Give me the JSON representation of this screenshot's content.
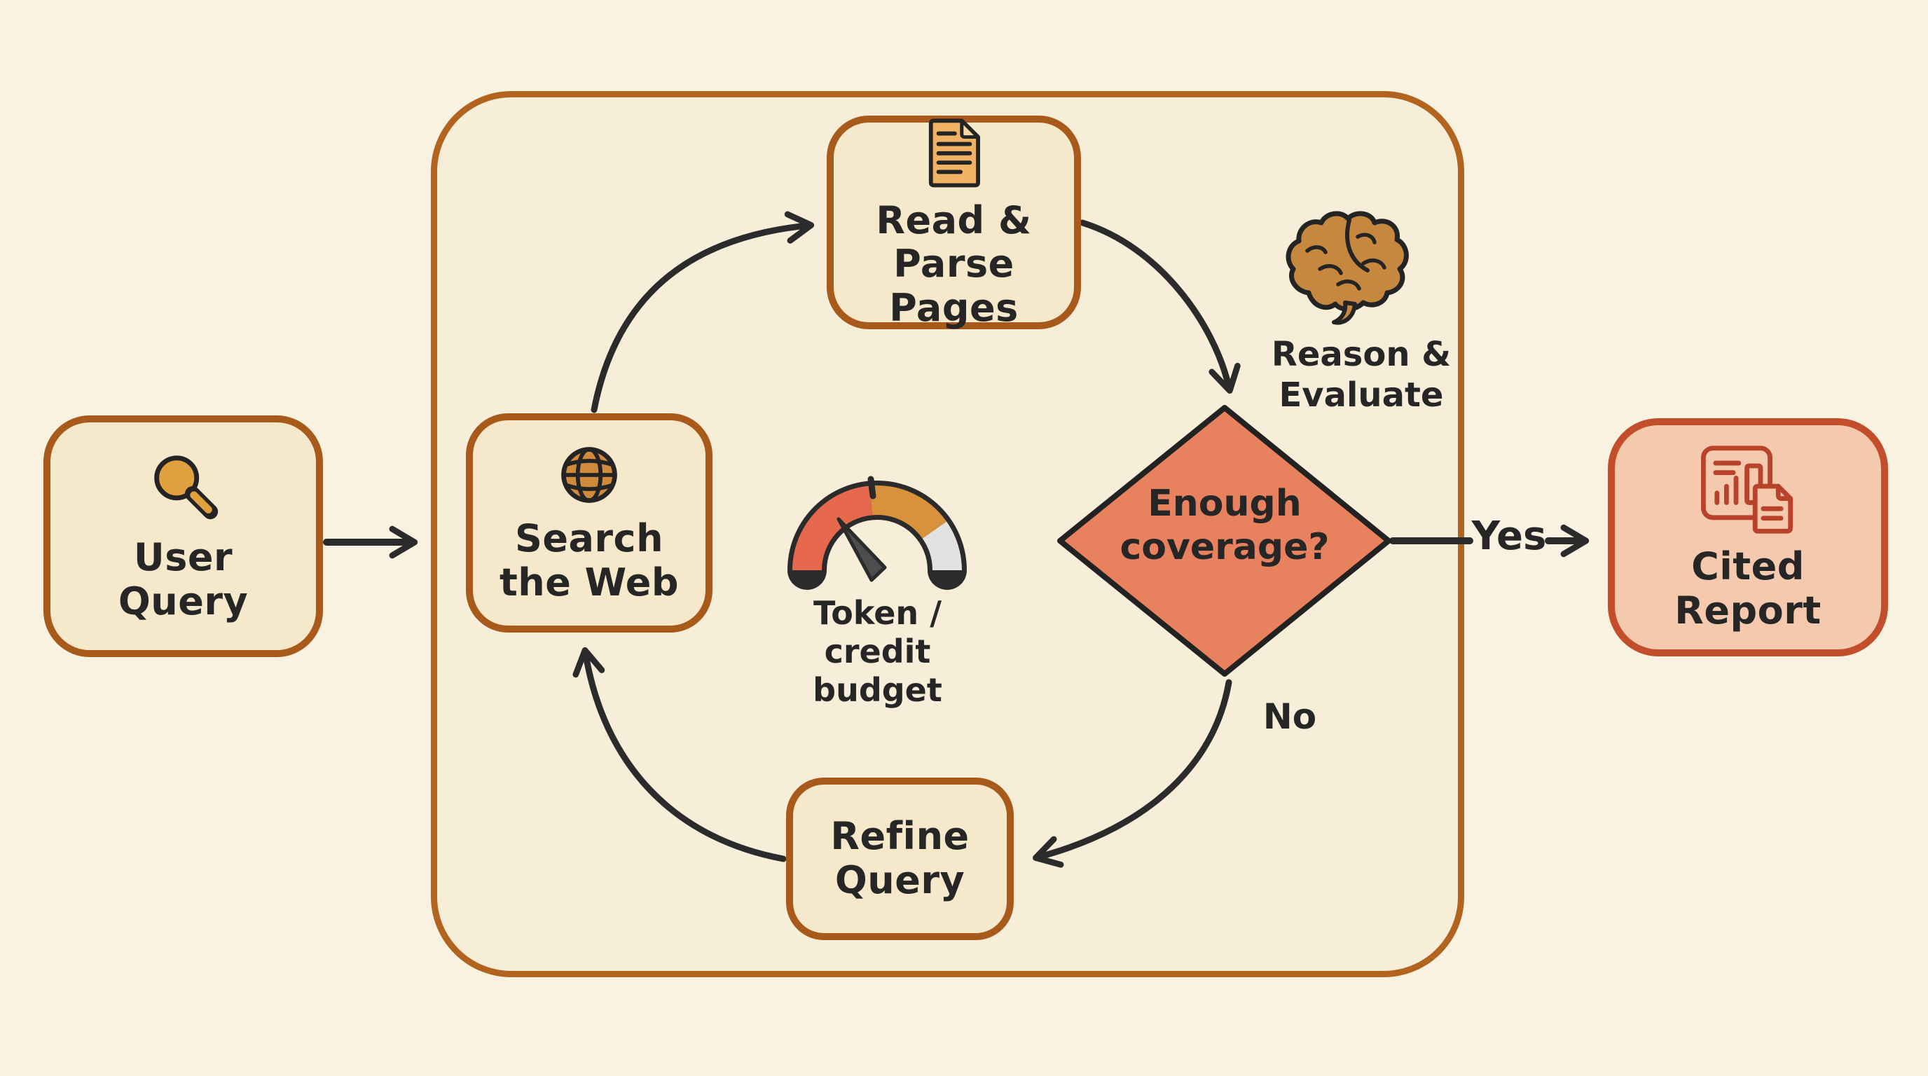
{
  "colors": {
    "bg": "#f9f2e1",
    "loop_fill": "#f7eed9",
    "loop_border": "#b2631d",
    "box_fill": "#f5e8cb",
    "box_border": "#a85a1b",
    "report_fill": "#f5c9ae",
    "report_border": "#c24e2c",
    "report_line": "#b8432a",
    "diamond_fill": "#e8815e",
    "diamond_border": "#222222",
    "arrow": "#2b2b2b",
    "text": "#262626",
    "icon_orange": "#e0a03e",
    "globe_orange": "#cf8a3b",
    "doc_orange": "#f0b264",
    "brain_orange": "#c6873e",
    "gauge_red": "#e6694d",
    "gauge_orange": "#d9923b",
    "gauge_gray": "#e3e2e0",
    "needle_gray": "#4d4d4d"
  },
  "nodes": {
    "user_query": {
      "lines": [
        "User",
        "Query"
      ]
    },
    "search_web": {
      "lines": [
        "Search",
        "the Web"
      ]
    },
    "read_parse": {
      "lines": [
        "Read &",
        "Parse Pages"
      ]
    },
    "decision": {
      "lines": [
        "Enough",
        "coverage?"
      ]
    },
    "refine_query": {
      "lines": [
        "Refine",
        "Query"
      ]
    },
    "cited_report": {
      "lines": [
        "Cited",
        "Report"
      ]
    }
  },
  "annotations": {
    "reason_evaluate": {
      "lines": [
        "Reason &",
        "Evaluate"
      ]
    },
    "budget": {
      "lines": [
        "Token / credit",
        "budget"
      ]
    }
  },
  "edge_labels": {
    "yes": "Yes",
    "no": "No"
  },
  "icons": [
    "search-icon",
    "globe-icon",
    "document-icon",
    "brain-icon",
    "gauge-icon",
    "report-icon"
  ]
}
